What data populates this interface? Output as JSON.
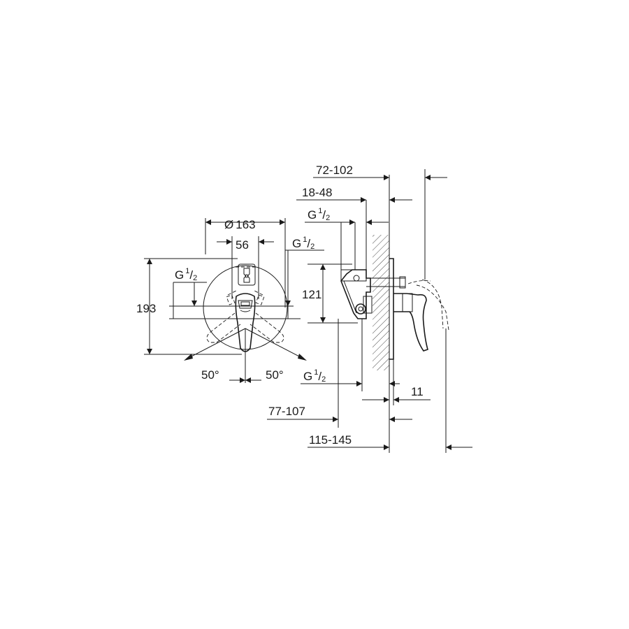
{
  "front_view": {
    "diameter": {
      "symbol": "Ø",
      "value": "163"
    },
    "handle_width": "56",
    "height": "193",
    "thread_left": {
      "base": "G",
      "num": "1",
      "den": "2"
    },
    "thread_right": {
      "base": "G",
      "num": "1",
      "den": "2"
    },
    "angle_left": "50°",
    "angle_right": "50°"
  },
  "side_view": {
    "dim_top_1": "72-102",
    "dim_top_2": "18-48",
    "thread_top": {
      "base": "G",
      "num": "1",
      "den": "2"
    },
    "dim_121": "121",
    "thread_bottom": {
      "base": "G",
      "num": "1",
      "den": "2"
    },
    "dim_11": "11",
    "dim_77_107": "77-107",
    "dim_115_145": "115-145"
  }
}
